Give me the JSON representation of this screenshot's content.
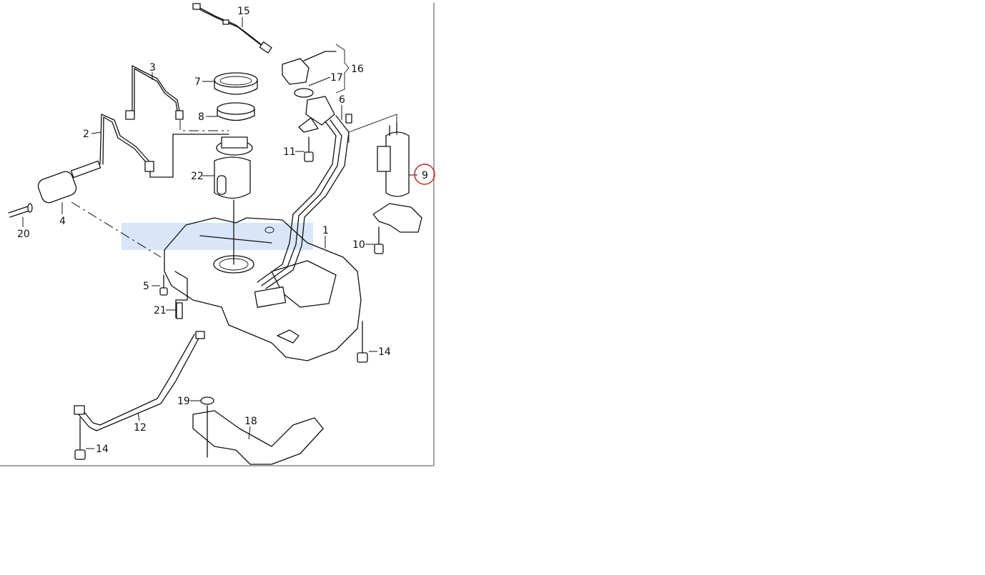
{
  "diagram": {
    "title": "Fuel tank exploded parts diagram",
    "highlight_color": "#cc2222",
    "watermark_color": "#cfe0f7",
    "labels": {
      "p1": "1",
      "p2": "2",
      "p3": "3",
      "p4": "4",
      "p5": "5",
      "p6": "6",
      "p7": "7",
      "p8": "8",
      "p9": "9",
      "p10": "10",
      "p11": "11",
      "p12": "12",
      "p14a": "14",
      "p14b": "14",
      "p15": "15",
      "p16": "16",
      "p17": "17",
      "p18": "18",
      "p19": "19",
      "p20": "20",
      "p21": "21",
      "p22": "22"
    },
    "highlighted_part": "9"
  }
}
